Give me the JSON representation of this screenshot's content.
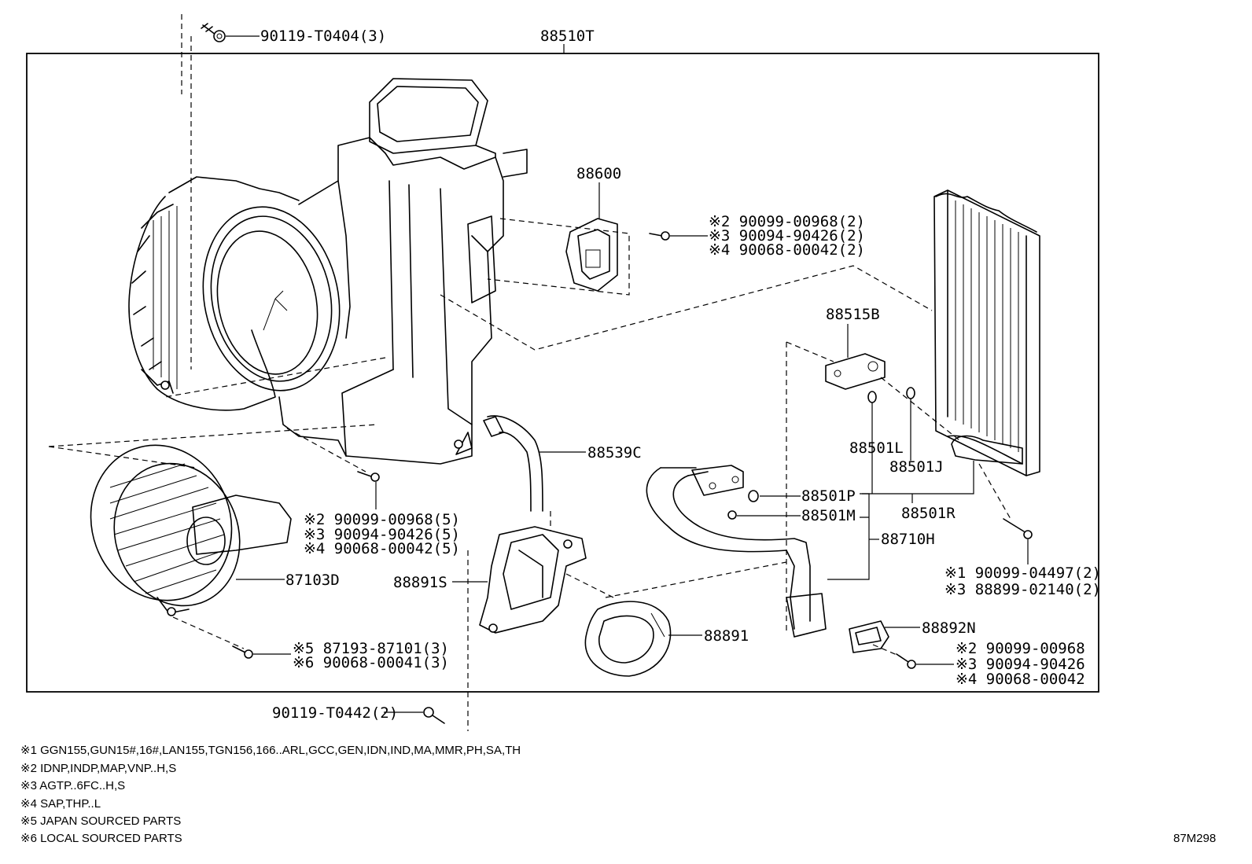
{
  "parts": {
    "assembly": "88510T",
    "screw_top": "90119-T0404(3)",
    "resistor": "88600",
    "resistor_screws": [
      "※2 90099-00968(2)",
      "※3 90094-90426(2)",
      "※4 90068-00042(2)"
    ],
    "exp_valve": "88515B",
    "oring_l": "88501L",
    "oring_j": "88501J",
    "oring_r": "88501R",
    "oring_p": "88501P",
    "oring_m": "88501M",
    "pipe": "88710H",
    "drain_hose": "88539C",
    "case_screws": [
      "※2 90099-00968(5)",
      "※3 90094-90426(5)",
      "※4 90068-00042(5)"
    ],
    "blower_motor": "87103D",
    "damper": "88891S",
    "seal": "88891",
    "clamp": "88892N",
    "bolt_right": [
      "※1 90099-04497(2)",
      "※3 88899-02140(2)"
    ],
    "clamp_screws": [
      "※2 90099-00968",
      "※3 90094-90426",
      "※4 90068-00042"
    ],
    "motor_screws": [
      "※5 87193-87101(3)",
      "※6 90068-00041(3)"
    ],
    "screw_bottom": "90119-T0442(2)"
  },
  "notes": [
    "※1 GGN155,GUN15#,16#,LAN155,TGN156,166..ARL,GCC,GEN,IDN,IND,MA,MMR,PH,SA,TH",
    "※2 IDNP,INDP,MAP,VNP..H,S",
    "※3 AGTP..6FC..H,S",
    "※4 SAP,THP..L",
    "※5 JAPAN SOURCED PARTS",
    "※6 LOCAL SOURCED PARTS"
  ],
  "figure_code": "87M298"
}
